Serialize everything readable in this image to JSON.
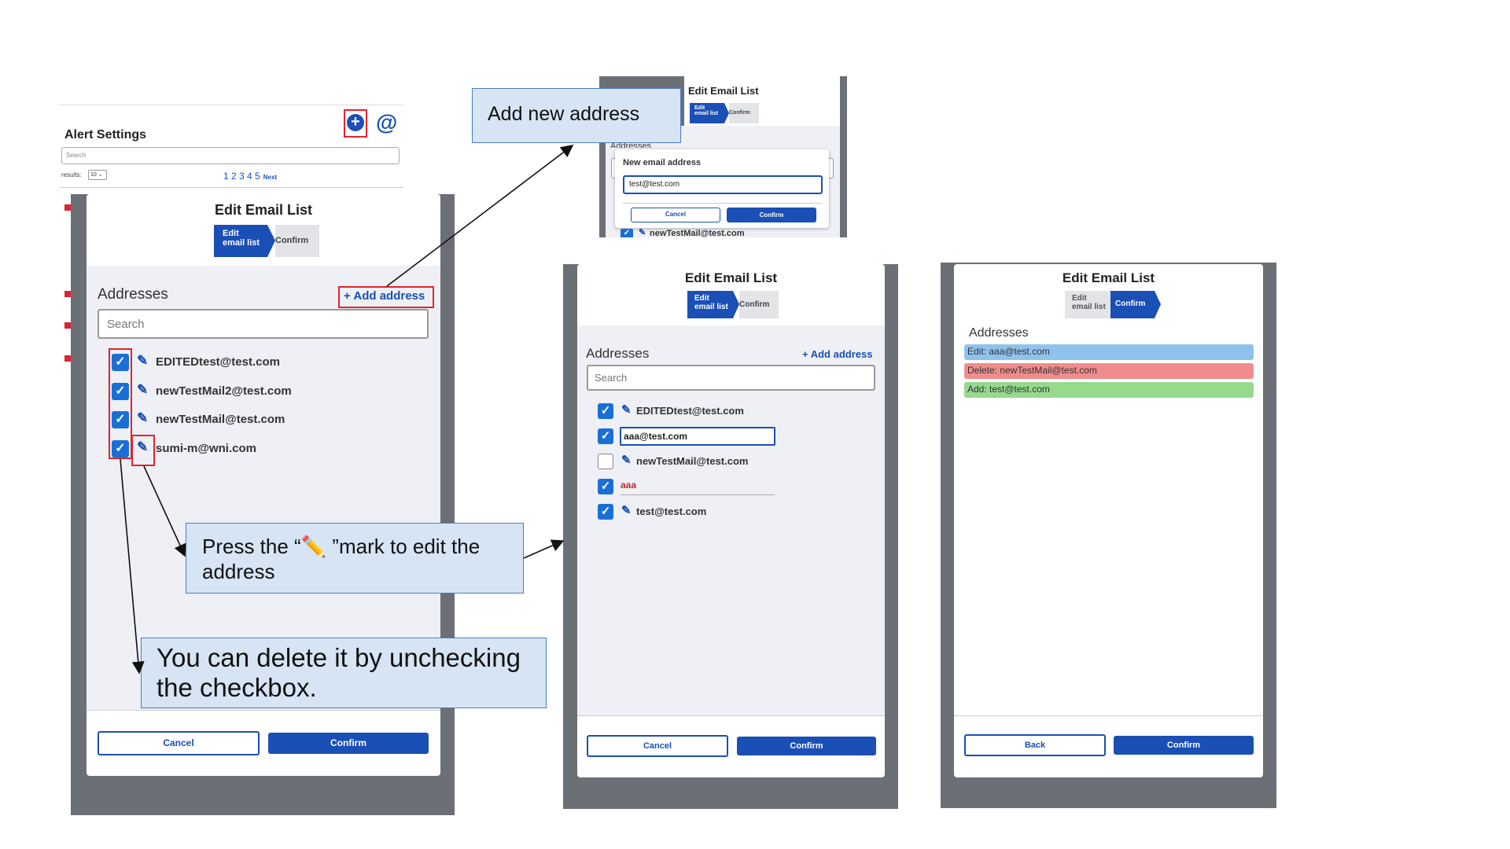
{
  "alert_settings": {
    "title": "Alert Settings",
    "search_placeholder": "Search",
    "results_label": "results:",
    "results_value": "10",
    "pages": "1 2 3 4 5",
    "next_label": "Next"
  },
  "modal": {
    "title": "Edit Email List",
    "step_edit": "Edit\nemail list",
    "step_confirm": "Confirm",
    "addresses_label": "Addresses",
    "add_address_label": "+ Add address",
    "search_placeholder": "Search",
    "cancel_label": "Cancel",
    "confirm_label": "Confirm",
    "back_label": "Back"
  },
  "panel1": {
    "emails": [
      "EDITEDtest@test.com",
      "newTestMail2@test.com",
      "newTestMail@test.com",
      "sumi-m@wni.com"
    ]
  },
  "panel2": {
    "new_email_title": "New email address",
    "new_email_value": "test@test.com",
    "addresses_partial": "Addresses",
    "bottom_email": "newTestMail@test.com"
  },
  "panel3": {
    "rows": [
      {
        "email": "EDITEDtest@test.com",
        "checked": true,
        "mode": "view"
      },
      {
        "email": "aaa@test.com",
        "checked": true,
        "mode": "edit"
      },
      {
        "email": "newTestMail@test.com",
        "checked": false,
        "mode": "view"
      },
      {
        "email": "aaa",
        "checked": true,
        "mode": "typing"
      },
      {
        "email": "test@test.com",
        "checked": true,
        "mode": "view"
      }
    ]
  },
  "panel4": {
    "changes": [
      {
        "text": "Edit: aaa@test.com",
        "color": "#8fc3ee"
      },
      {
        "text": "Delete: newTestMail@test.com",
        "color": "#f08c8c"
      },
      {
        "text": "Add: test@test.com",
        "color": "#96d98f"
      }
    ]
  },
  "callouts": {
    "add_new": "Add new address",
    "press_pencil": "Press the “✏️ ”mark to edit the address",
    "delete_hint": "You can delete it by unchecking the checkbox."
  },
  "colors": {
    "accent": "#1a4fb5",
    "highlight_red": "#e0242c",
    "callout_bg": "#d6e4f4"
  }
}
